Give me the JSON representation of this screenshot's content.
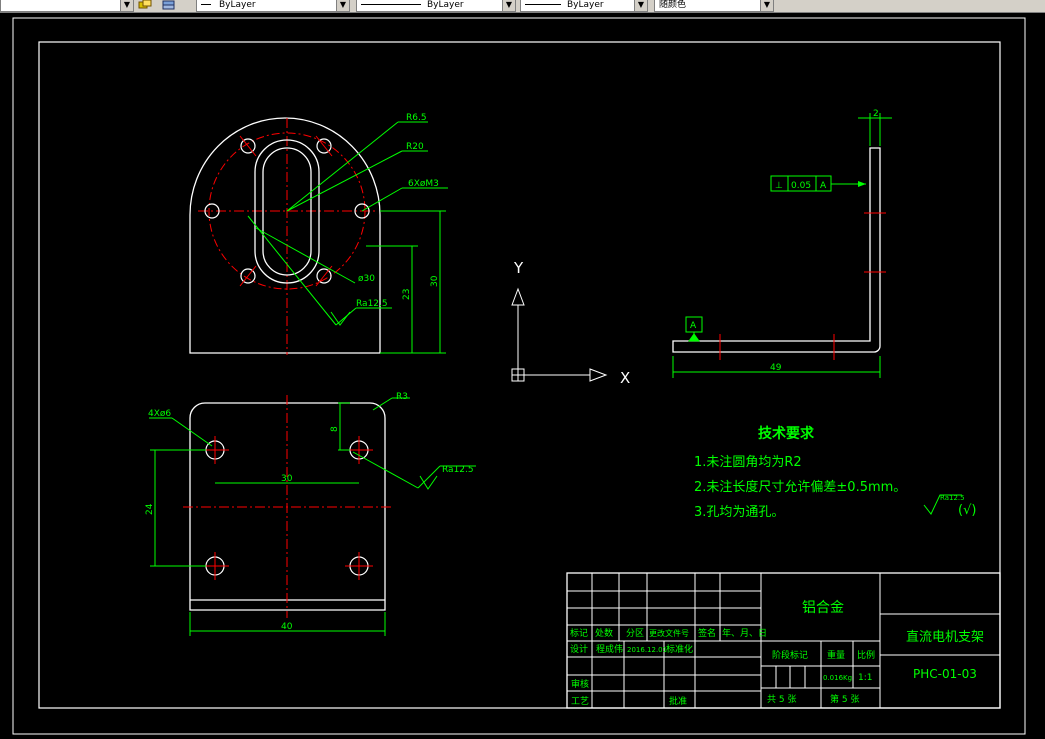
{
  "toolbar": {
    "linetype": "ByLayer",
    "lineweight": "ByLayer",
    "plotstyle": "ByLayer",
    "color": "随颜色"
  },
  "drawing": {
    "colors": {
      "outline": "#ffffff",
      "center": "#ff0000",
      "dim": "#00ff00",
      "bg": "#000000"
    },
    "front_view": {
      "labels": {
        "r65": "R6.5",
        "r20": "R20",
        "holes": "6XøM3",
        "slot": "ø30",
        "ra": "Ra12.5"
      },
      "dims": {
        "d23": "23",
        "d30": "30"
      }
    },
    "top_view": {
      "labels": {
        "holes": "4Xø6",
        "r3": "R3",
        "ra": "Ra12.5"
      },
      "dims": {
        "d8": "8",
        "d30": "30",
        "d24": "24",
        "d40": "40"
      }
    },
    "side_view": {
      "labels": {
        "tolerance_sym": "⊥",
        "tolerance_val": "0.05",
        "tolerance_ref": "A",
        "datum": "A"
      },
      "dims": {
        "d2": "2",
        "d49": "49"
      }
    },
    "ucs": {
      "y": "Y",
      "x": "X"
    },
    "tech_req": {
      "title": "技术要求",
      "lines": [
        "1.未注圆角均为R2",
        "2.未注长度尺寸允许偏差±0.5mm。",
        "3.孔均为通孔。"
      ],
      "roughness": "Ra12.5",
      "roughness_suffix": "(√)"
    },
    "title_block": {
      "material": "铝合金",
      "name": "直流电机支架",
      "code": "PHC-01-03",
      "header": [
        "标记",
        "处数",
        "分区",
        "更改文件号",
        "签名",
        "年、月、日"
      ],
      "design_row": [
        "设计",
        "程成伟",
        "2016.12.01",
        "标准化"
      ],
      "stage_mark": "阶段标记",
      "weight_label": "重量",
      "scale_label": "比例",
      "weight": "0.016Kg",
      "scale": "1:1",
      "review": "审核",
      "process": "工艺",
      "approve": "批准",
      "sheets_total": "共 5 张",
      "sheet_no": "第 5 张"
    }
  }
}
